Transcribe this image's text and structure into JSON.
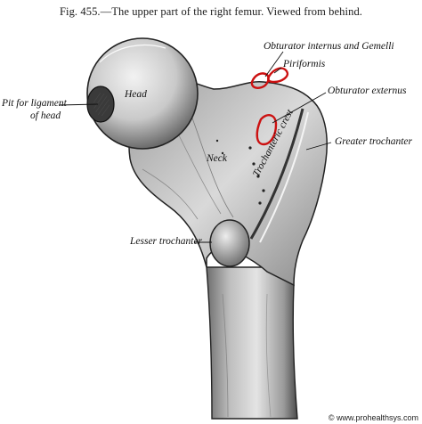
{
  "caption": "Fig. 455.—The upper part of the right femur.  Viewed from behind.",
  "labels": {
    "pit_line1": "Pit for ligament",
    "pit_line2": "of head",
    "head": "Head",
    "neck": "Neck",
    "obturator_internus": "Obturator internus and Gemelli",
    "piriformis": "Piriformis",
    "obturator_externus": "Obturator externus",
    "greater_trochanter": "Greater trochanter",
    "trochanteric_crest": "Trochanteric crest",
    "lesser_trochanter": "Lesser trochanter"
  },
  "watermark": "© www.prohealthsys.com",
  "colors": {
    "muscle_attachment": "#cc1111",
    "bone_fill": "#d6d6d6",
    "ink": "#111111"
  }
}
